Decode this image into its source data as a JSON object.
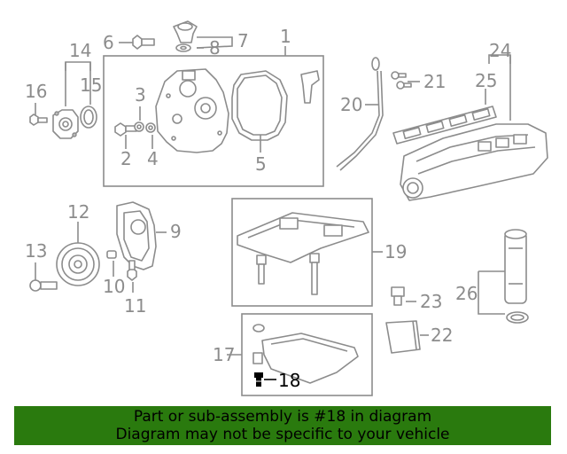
{
  "callouts": {
    "c1": "1",
    "c2": "2",
    "c3": "3",
    "c4": "4",
    "c5": "5",
    "c6": "6",
    "c7": "7",
    "c8": "8",
    "c9": "9",
    "c10": "10",
    "c11": "11",
    "c12": "12",
    "c13": "13",
    "c14": "14",
    "c15": "15",
    "c16": "16",
    "c17": "17",
    "c18": "18",
    "c19": "19",
    "c20": "20",
    "c21": "21",
    "c22": "22",
    "c23": "23",
    "c24": "24",
    "c25": "25",
    "c26": "26"
  },
  "highlighted_part": "18",
  "colors": {
    "banner_bg": "#2a7a0e",
    "line": "#8c8c8c",
    "highlight": "#000000"
  },
  "banner": {
    "line1": "Part or sub-assembly is #18 in diagram",
    "line2": "Diagram may not be specific to your vehicle"
  }
}
